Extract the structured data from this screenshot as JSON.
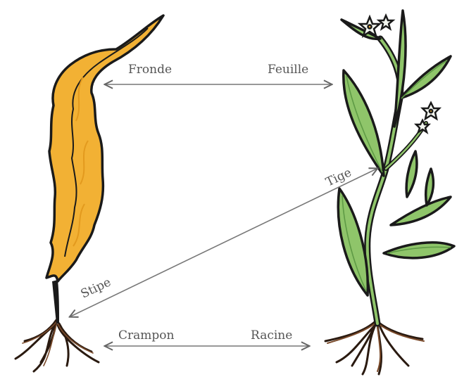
{
  "labels": {
    "fronde": "Fronde",
    "feuille": "Feuille",
    "tige": "Tige",
    "stipe": "Stipe",
    "crampon": "Crampon",
    "racine": "Racine"
  },
  "colors": {
    "seaweed": "#F2B134",
    "seaweed_shadow": "#E39A1E",
    "outline": "#1A1A1A",
    "leaf": "#8FC56A",
    "leaf_dark": "#5E9A45",
    "root": "#7A4A2A",
    "arrow": "#777777",
    "text": "#555555"
  }
}
